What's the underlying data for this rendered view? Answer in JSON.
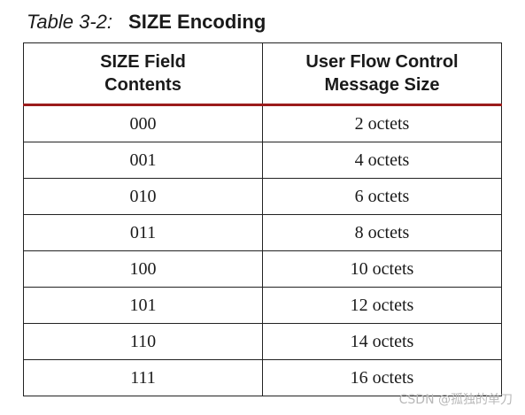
{
  "caption": {
    "label": "Table 3-2:",
    "title": "SIZE Encoding"
  },
  "table": {
    "headers": [
      [
        "SIZE Field",
        "Contents"
      ],
      [
        "User Flow Control",
        "Message Size"
      ]
    ],
    "rows": [
      [
        "000",
        "2 octets"
      ],
      [
        "001",
        "4 octets"
      ],
      [
        "010",
        "6 octets"
      ],
      [
        "011",
        "8 octets"
      ],
      [
        "100",
        "10 octets"
      ],
      [
        "101",
        "12 octets"
      ],
      [
        "110",
        "14 octets"
      ],
      [
        "111",
        "16 octets"
      ]
    ]
  },
  "watermark": "CSDN @孤独的单刀",
  "colors": {
    "header_rule": "#9b1c1c",
    "text": "#1a1a1a",
    "watermark": "#b8b8b8"
  }
}
